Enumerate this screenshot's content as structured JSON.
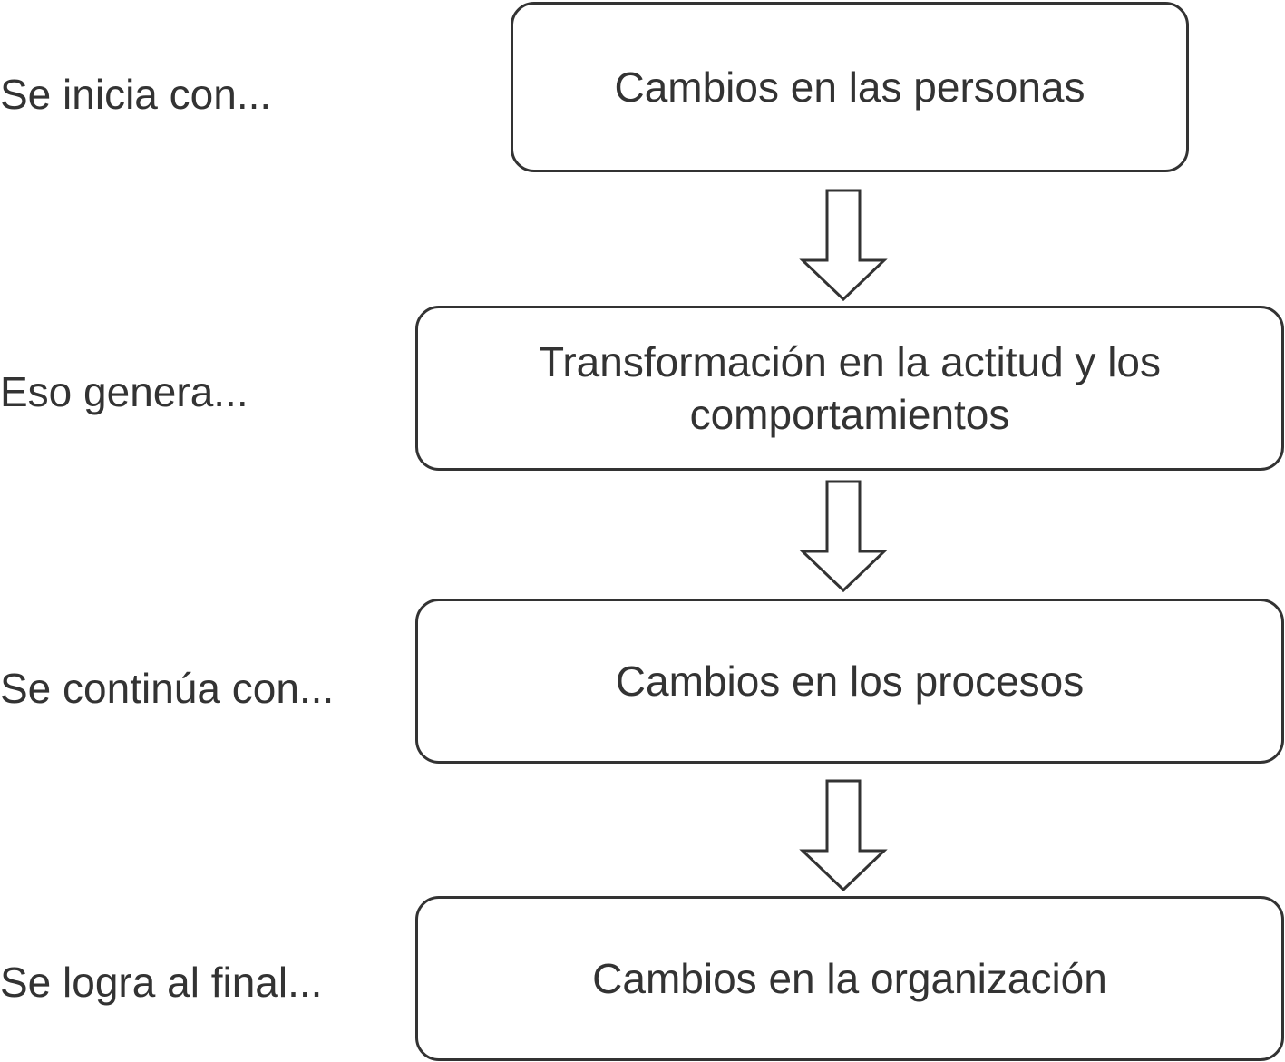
{
  "diagram": {
    "stage_labels": [
      "Se inicia con...",
      "Eso genera...",
      "Se continúa con...",
      "Se logra al final..."
    ],
    "boxes": [
      {
        "line1": "Cambios en las personas",
        "line2": ""
      },
      {
        "line1": "Transformación en la actitud y los",
        "line2": "comportamientos"
      },
      {
        "line1": "Cambios en los procesos",
        "line2": ""
      },
      {
        "line1": "Cambios en la organización",
        "line2": ""
      }
    ],
    "arrow_icon": "hollow-down-arrow-icon",
    "colors": {
      "stroke": "#333333",
      "text": "#333333",
      "background": "#ffffff"
    }
  }
}
